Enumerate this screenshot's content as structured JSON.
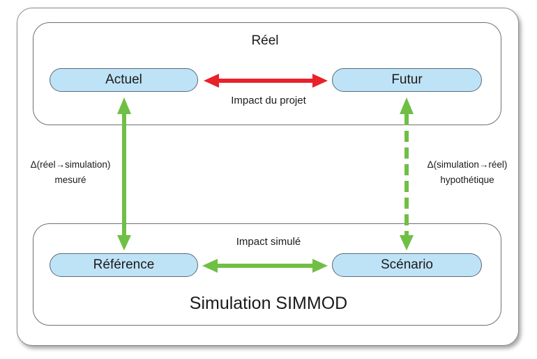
{
  "diagram": {
    "top_group_label": "Réel",
    "bottom_group_label": "Simulation SIMMOD",
    "nodes": {
      "actuel": "Actuel",
      "futur": "Futur",
      "reference": "Référence",
      "scenario": "Scénario"
    },
    "edges": {
      "impact_projet": "Impact du projet",
      "impact_simule": "Impact simulé",
      "left_line1": "Δ(réel→simulation)",
      "left_line2": "mesuré",
      "right_line1": "Δ(simulation→réel)",
      "right_line2": "hypothétique"
    },
    "colors": {
      "red_arrow": "#e8212a",
      "green_arrow": "#6fbf44",
      "node_fill": "#bfe3f6"
    }
  }
}
